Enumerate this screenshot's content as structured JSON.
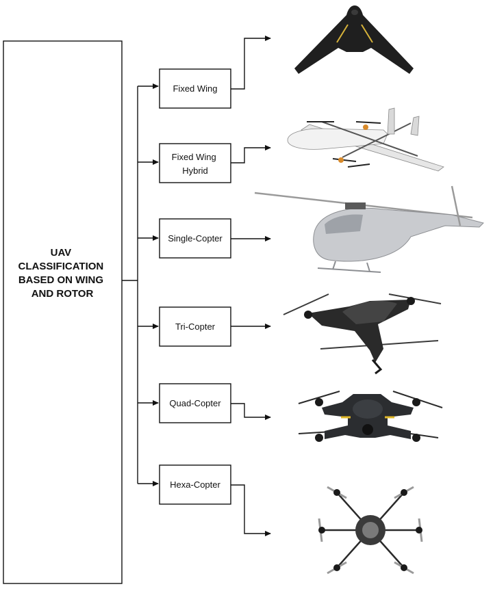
{
  "root": {
    "lines": [
      "UAV",
      "CLASSIFICATION",
      "BASED ON WING",
      "AND ROTOR"
    ]
  },
  "categories": [
    {
      "lines": [
        "Fixed Wing"
      ],
      "image": "fixed-wing-drone"
    },
    {
      "lines": [
        "Fixed Wing",
        "Hybrid"
      ],
      "image": "vtol-hybrid-drone"
    },
    {
      "lines": [
        "Single-Copter"
      ],
      "image": "helicopter-drone"
    },
    {
      "lines": [
        "Tri-Copter"
      ],
      "image": "tricopter-drone"
    },
    {
      "lines": [
        "Quad-Copter"
      ],
      "image": "quadcopter-drone"
    },
    {
      "lines": [
        "Hexa-Copter"
      ],
      "image": "hexacopter-drone"
    }
  ]
}
